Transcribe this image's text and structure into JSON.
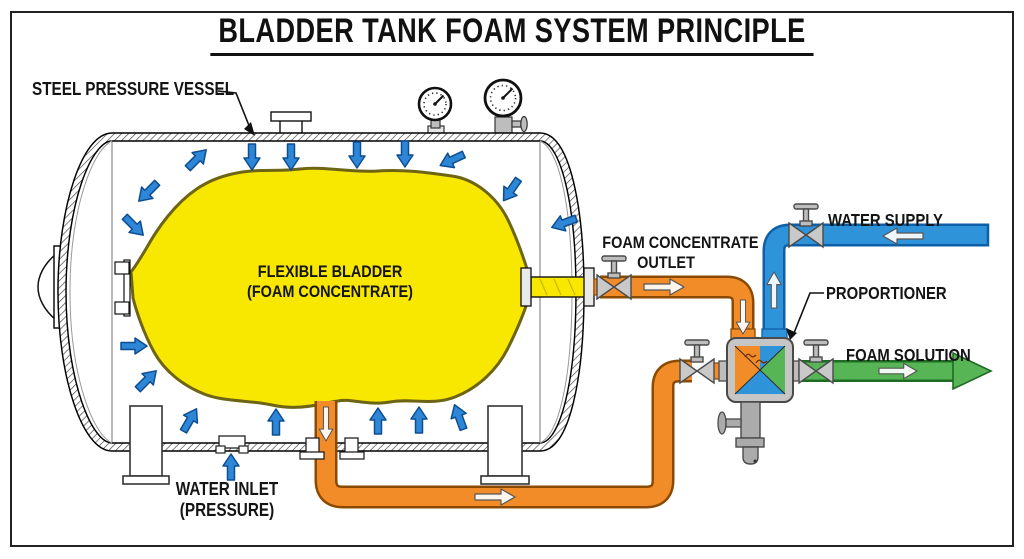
{
  "title": "BLADDER TANK FOAM SYSTEM PRINCIPLE",
  "labels": {
    "steel_pressure_vessel": "STEEL PRESSURE VESSEL",
    "flexible_bladder_line1": "FLEXIBLE BLADDER",
    "flexible_bladder_line2": "(FOAM CONCENTRATE)",
    "foam_concentrate_outlet_line1": "FOAM CONCENTRATE",
    "foam_concentrate_outlet_line2": "OUTLET",
    "water_supply": "WATER SUPPLY",
    "proportioner": "PROPORTIONER",
    "foam_solution": "FOAM SOLUTION",
    "water_inlet_line1": "WATER INLET",
    "water_inlet_line2": "(PRESSURE)"
  },
  "colors": {
    "bladder_yellow": "#F8E800",
    "bladder_outline": "#6D6414",
    "water_blue": "#2E93D9",
    "blue_dark": "#0F5FA8",
    "concentrate_orange": "#F28C28",
    "orange_dark": "#8A4A00",
    "solution_green": "#58B556",
    "green_dark": "#1E6B24",
    "fitting_gray": "#BDBDBD",
    "gray_dark": "#4A4A4A",
    "arrow_blue": "#2E86D6",
    "arrow_blue_dark": "#0D4D92"
  }
}
